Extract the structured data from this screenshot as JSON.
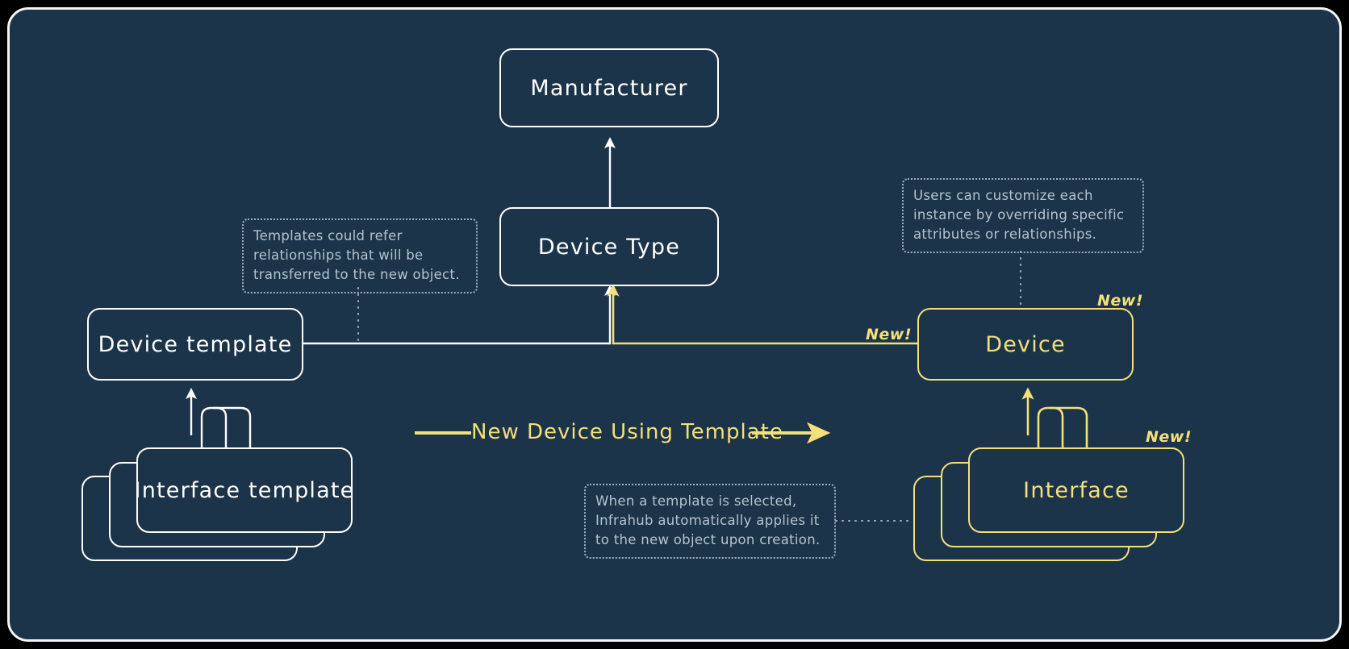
{
  "diagram": {
    "title": "Infrahub object templates relationship diagram",
    "background_color": "#1b3449",
    "line_color": "#ffffff",
    "accent_color": "#f3e078",
    "note_color": "#b4c3d0"
  },
  "nodes": {
    "manufacturer": {
      "label": "Manufacturer"
    },
    "device_type": {
      "label": "Device Type"
    },
    "device_template": {
      "label": "Device template"
    },
    "interface_template": {
      "label": "Interface template"
    },
    "device": {
      "label": "Device"
    },
    "interface": {
      "label": "Interface"
    }
  },
  "tags": {
    "device_corner": "New!",
    "device_edge": "New!",
    "interface_corner": "New!"
  },
  "flow": {
    "label": "New Device Using Template"
  },
  "notes": {
    "templates_refer": {
      "lines": [
        "Templates could refer",
        "relationships that will be",
        "transferred to the new object."
      ]
    },
    "users_customize": {
      "lines": [
        "Users can customize each",
        "instance by overriding specific",
        "attributes or relationships."
      ]
    },
    "auto_apply": {
      "lines": [
        "When a template is selected,",
        "Infrahub automatically applies it",
        "to the new object upon creation."
      ]
    }
  }
}
